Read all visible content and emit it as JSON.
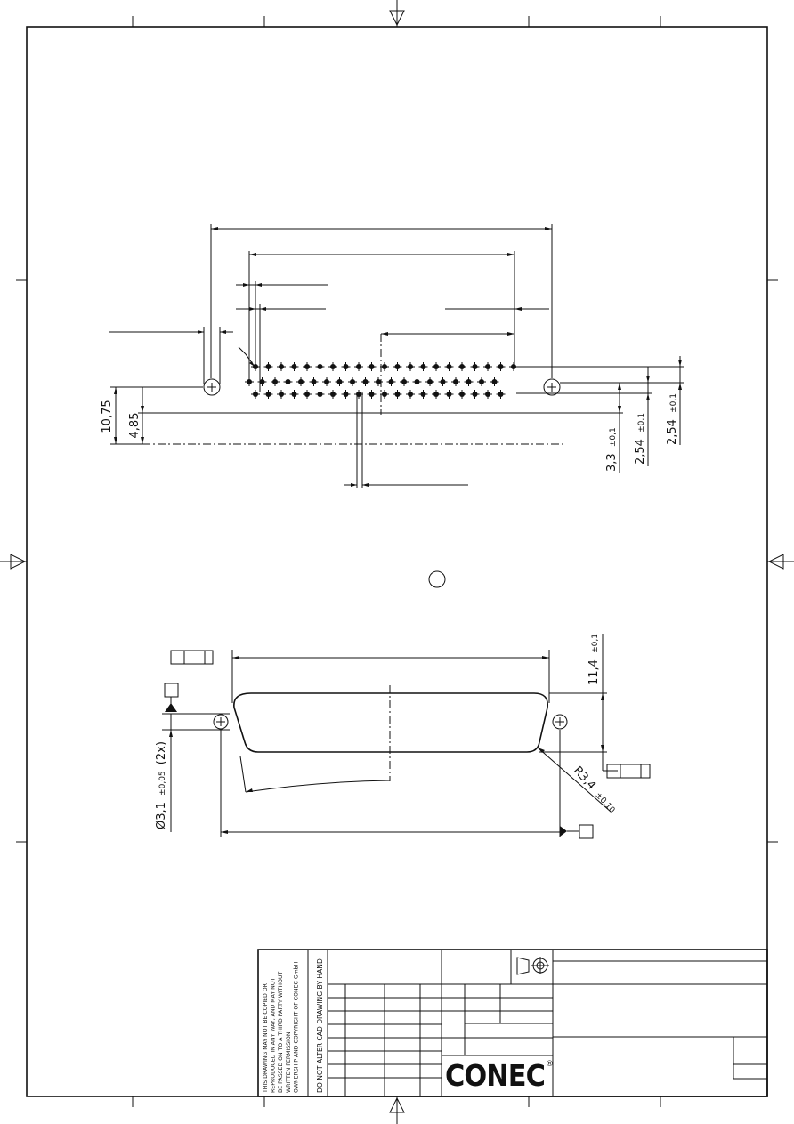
{
  "drawing": {
    "dimensions_top": {
      "d_10_75": "10,75",
      "d_4_85": "4,85",
      "d_3_3": "3,3",
      "d_3_3_tol": "±0,1",
      "d_2_54_a": "2,54",
      "d_2_54_a_tol": "±0,1",
      "d_2_54_b": "2,54",
      "d_2_54_b_tol": "±0,1"
    },
    "dimensions_bottom": {
      "d_11_4": "11,4",
      "d_11_4_tol": "±0,1",
      "d_hole": "Ø3,1",
      "d_hole_tol": "±0,05",
      "d_hole_count": "(2x)",
      "d_radius": "R3,4",
      "d_radius_tol": "±0,10"
    },
    "pin_rows": {
      "top_row_count": 21,
      "bottom_row_count": 20
    }
  },
  "title_block": {
    "notice_lines": [
      "THIS DRAWING MAY NOT BE COPIED OR",
      "REPRODUCED IN ANY WAY, AND MAY NOT",
      "BE PASSED ON TO A THIRD PARTY WITHOUT",
      "WRITTEN PERMISSION.",
      "OWNERSHIP AND COPYRIGHT OF CONEC GmbH"
    ],
    "cad_notice": "DO NOT ALTER CAD DRAWING BY HAND",
    "logo_text": "CONEC",
    "registered_mark": "®"
  }
}
